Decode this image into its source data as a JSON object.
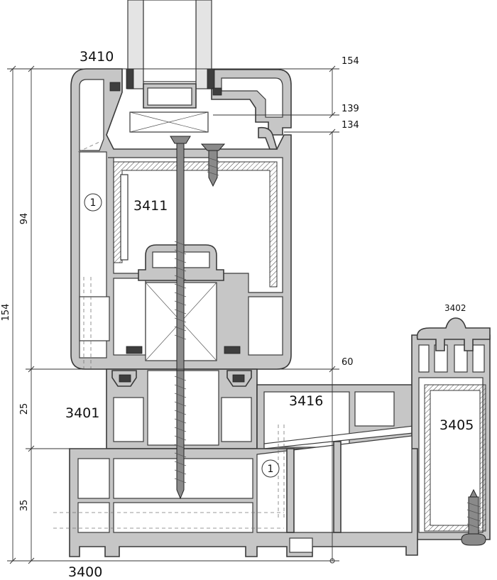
{
  "part_labels": {
    "sash_profile": "3410",
    "glazing_reinforcement": "3411",
    "frame_profile": "3401",
    "base_profile": "3400",
    "coupling_profile": "3416",
    "sill_profile": "3405",
    "cover_profile": "3402"
  },
  "chamber_markers": {
    "upper": "1",
    "lower": "1"
  },
  "dimensions": {
    "top_154": "154",
    "d139": "139",
    "d134": "134",
    "d60": "60",
    "overall_154": "154",
    "d94": "94",
    "d25": "25",
    "d35": "35"
  },
  "colors": {
    "profile_fill": "#c6c6c6",
    "outline": "#3a3a3a",
    "background": "#ffffff"
  }
}
